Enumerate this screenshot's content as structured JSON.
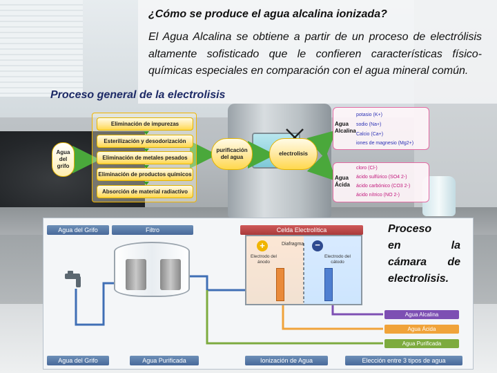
{
  "title": "¿Cómo se produce el agua alcalina ionizada?",
  "intro": "El Agua Alcalina se obtiene a partir de un proceso de electrólisis altamente sofisticado que le confieren características físico-químicas especiales en comparación con el agua mineral común.",
  "section_title": "Proceso general de la electrolisis",
  "general_process": {
    "source": "Agua del grifo",
    "steps": [
      "Eliminación de impurezas",
      "Esterilización y desodorización",
      "Eliminación de metales pesados",
      "Eliminación de productos químicos",
      "Absorción de material radiactivo"
    ],
    "purification": "purificación del agua",
    "electrolysis": "electrolisis",
    "alkaline": {
      "label": "Agua Alcalina",
      "ions": [
        "potasio (K+)",
        "sodio (Na+)",
        "Calcio (Ca+)",
        "iones de magnesio (Mg2+)"
      ]
    },
    "acid": {
      "label": "Agua Ácida",
      "ions": [
        "cloro (Cl-)",
        "ácido sulfúrico (SO4 2-)",
        "ácido carbónico (CO3 2-)",
        "ácido nítrico (NO 2-)"
      ]
    }
  },
  "chamber": {
    "header_tap": "Agua del Grifo",
    "header_filter": "Filtro",
    "header_cell": "Celda Electrolítica",
    "diaphragm": "Diafragma",
    "anode": "Electrodo del ánodo",
    "cathode": "Electrodo del cátodo",
    "plus": "+",
    "minus": "−",
    "outputs": [
      "Agua Alcalina",
      "Agua Ácida",
      "Agua Purificada"
    ],
    "footer": [
      "Agua del Grifo",
      "Agua Purificada",
      "Ionización de Agua",
      "Elección entre 3 tipos de agua"
    ],
    "colors": {
      "alkaline": "#7d4fb3",
      "acid": "#f0a33a",
      "purified": "#7dab3f",
      "tap": "#3f6fb5",
      "header": "#48699a"
    }
  },
  "chamber_caption": "Proceso en la cámara de electrolisis."
}
